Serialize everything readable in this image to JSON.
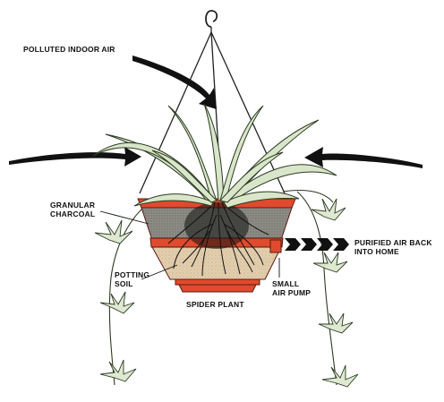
{
  "labels": {
    "polluted_air": "POLLUTED INDOOR AIR",
    "charcoal_line1": "GRANULAR",
    "charcoal_line2": "CHARCOAL",
    "soil_line1": "POTTING",
    "soil_line2": "SOIL",
    "plant": "SPIDER PLANT",
    "pump_line1": "SMALL",
    "pump_line2": "AIR PUMP",
    "purified_line1": "PURIFIED AIR BACK",
    "purified_line2": "INTO HOME"
  },
  "colors": {
    "pot": "#e04a2e",
    "charcoal": "#8a8a82",
    "soil": "#e3cfae",
    "leaf": "#d9e6c9",
    "leaf_edge": "#2b3a22",
    "roots": "#111111",
    "arrows": "#111111"
  }
}
